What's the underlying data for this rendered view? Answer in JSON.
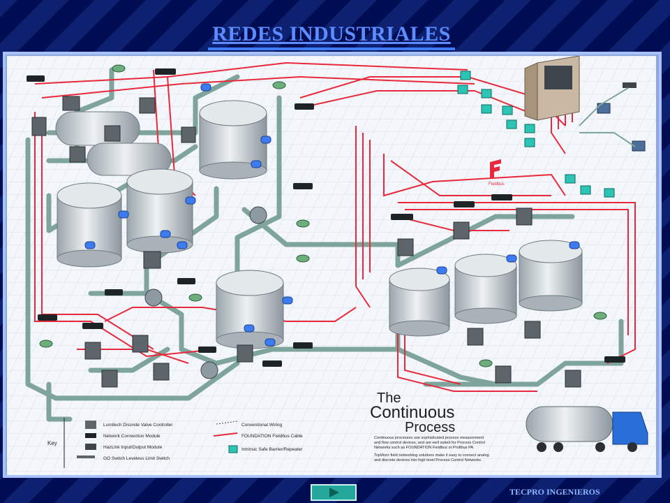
{
  "page": {
    "title": "REDES INDUSTRIALES",
    "footer": "TECPRO INGENIEROS",
    "nav_button": "next"
  },
  "diagram": {
    "heading": [
      "The",
      "Continuous",
      "Process"
    ],
    "description": [
      "Continuous processes use sophisticated process measurement",
      "and flow control devices, and are well suited for Process Control",
      "Networks such as FOUNDATION Fieldbus or Profibus PA.",
      "TopWorx field networking solutions make it easy to connect analog",
      "and discrete devices into high level Process Control Networks."
    ],
    "key_label": "Key",
    "key_items": [
      "Lumitech Discrete Valve Controller",
      "Network Connection Module",
      "HazLink Input/Output Module",
      "GO Switch Leveless Limit Switch",
      "Conventional Wiring",
      "FOUNDATION Fieldbus Cable",
      "Intrinsic Safe Barrier/Repeater"
    ],
    "logo_text": "Fieldbus"
  },
  "colors": {
    "background": "#000d52",
    "title": "#5c8cff",
    "fieldbus": "#e8293b",
    "pipe": "#7fa49c",
    "tank": "#cfd6da",
    "nav_button": "#23a79b"
  }
}
